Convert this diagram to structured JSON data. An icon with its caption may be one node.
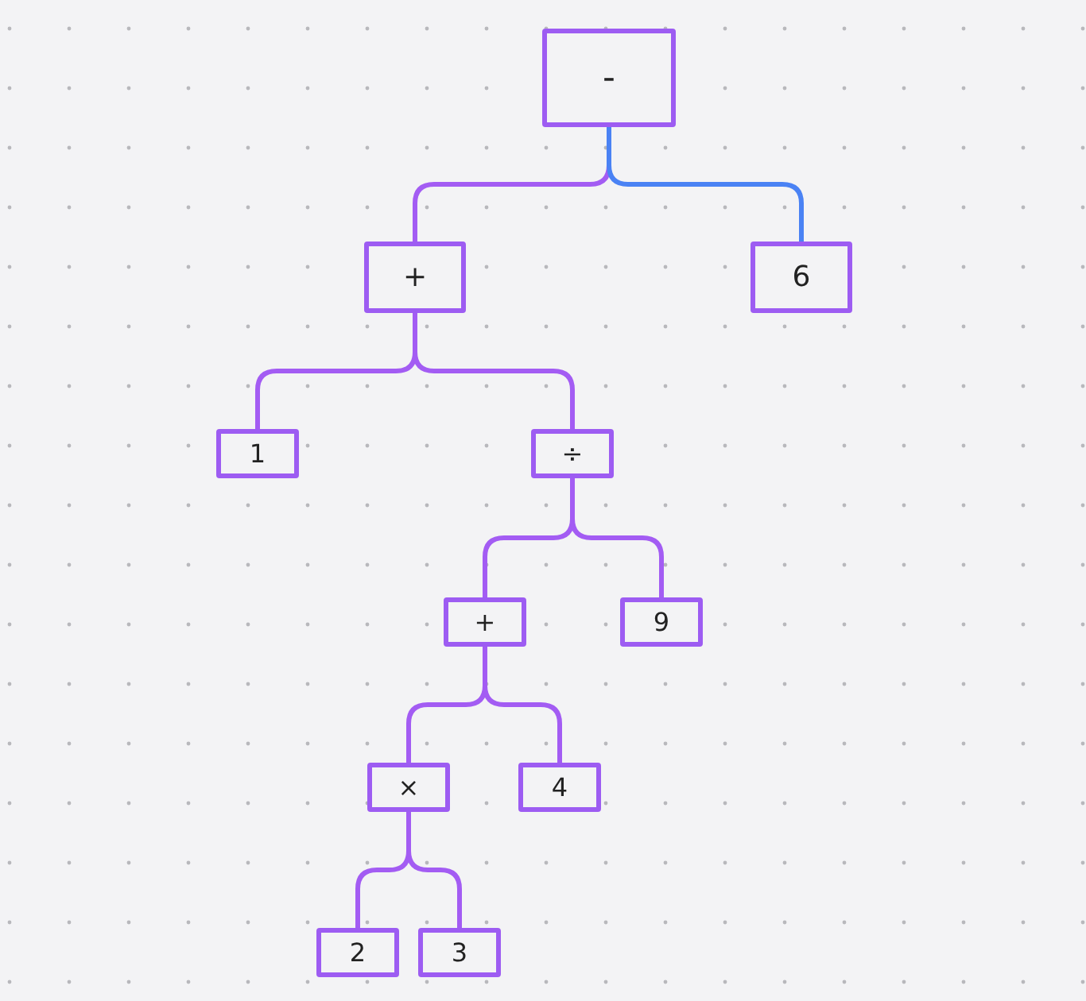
{
  "diagram": {
    "nodes": [
      {
        "text": [
          "-"
        ]
      },
      {
        "text": [
          "+"
        ]
      },
      {
        "text": [
          "6"
        ]
      },
      {
        "text": [
          "1"
        ]
      },
      {
        "text": [
          "÷"
        ]
      },
      {
        "text": [
          "+"
        ]
      },
      {
        "text": [
          "9"
        ]
      },
      {
        "text": [
          "×"
        ]
      },
      {
        "text": [
          "4"
        ]
      },
      {
        "text": [
          "2"
        ]
      },
      {
        "text": [
          "3"
        ]
      }
    ],
    "edges": [
      {
        "from": 0,
        "to": 1,
        "arrow": "none"
      },
      {
        "from": 0,
        "to": 2,
        "arrow": "none",
        "color": "#4a82f4"
      },
      {
        "from": 1,
        "to": 3,
        "arrow": "none"
      },
      {
        "from": 1,
        "to": 4,
        "arrow": "none"
      },
      {
        "from": 4,
        "to": 5,
        "arrow": "none"
      },
      {
        "from": 4,
        "to": 6,
        "arrow": "none"
      },
      {
        "from": 5,
        "to": 7,
        "arrow": "none"
      },
      {
        "from": 5,
        "to": 8,
        "arrow": "none"
      },
      {
        "from": 7,
        "to": 9,
        "arrow": "none"
      },
      {
        "from": 7,
        "to": 10,
        "arrow": "none"
      }
    ]
  }
}
